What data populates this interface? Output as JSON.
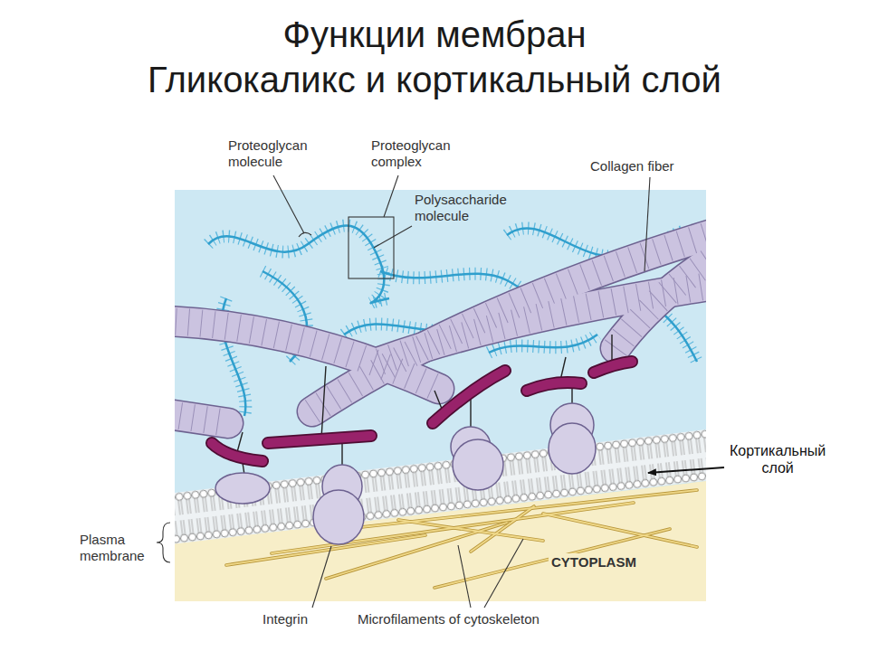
{
  "diagram": {
    "title": "Функции мембран",
    "labels": [
      "Гликокаликс и кортикальный слой",
      "Proteoglycan molecule",
      "Proteoglycan complex",
      "Polysaccharide molecule",
      "Collagen fiber",
      "Кортикальный слой",
      "Plasma membrane",
      "CYTOPLASM",
      "Integrin",
      "Microfilaments of cytoskeleton"
    ]
  }
}
